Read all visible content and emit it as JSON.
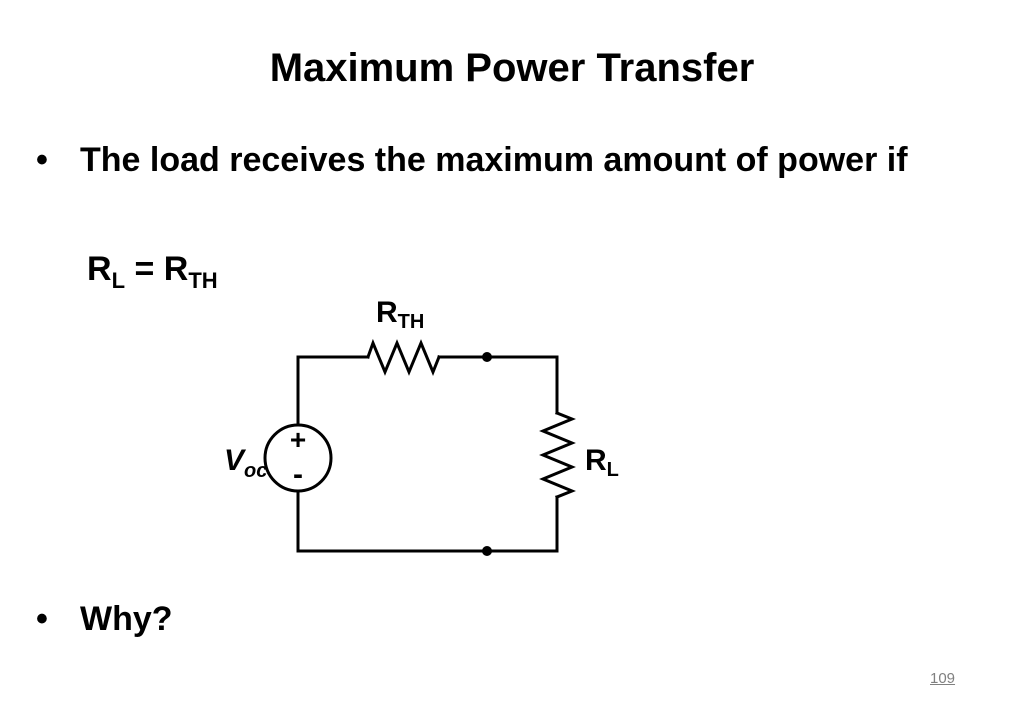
{
  "slide": {
    "title": "Maximum Power Transfer",
    "bullets": [
      {
        "symbol": "•",
        "text": "The load receives the maximum amount of power if"
      },
      {
        "symbol": "•",
        "text": "Why?"
      }
    ],
    "equation": {
      "lhs_main": "R",
      "lhs_sub": "L",
      "operator": " = ",
      "rhs_main": "R",
      "rhs_sub": "TH"
    },
    "page_number": "109"
  },
  "circuit": {
    "rth_label": {
      "main": "R",
      "sub": "TH"
    },
    "rl_label": {
      "main": "R",
      "sub": "L"
    },
    "source_label": {
      "main": "V",
      "sub": "oc"
    },
    "source_plus": "+",
    "source_minus": "-"
  }
}
